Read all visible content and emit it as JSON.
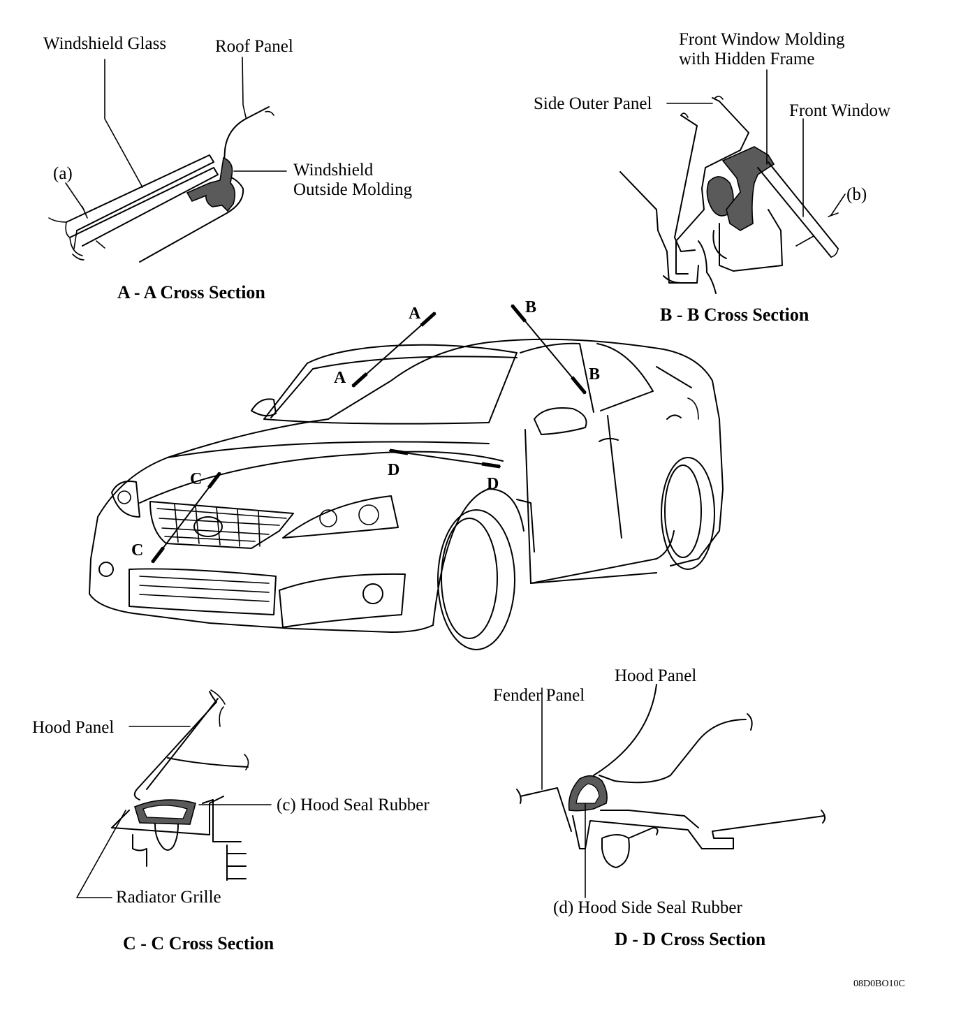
{
  "labels": {
    "aa_windshield_glass": "Windshield Glass",
    "aa_roof_panel": "Roof Panel",
    "aa_windshield_molding_1": "Windshield",
    "aa_windshield_molding_2": "Outside Molding",
    "aa_a_marker": "(a)",
    "aa_title": "A - A Cross Section",
    "bb_front_window_molding_1": "Front Window Molding",
    "bb_front_window_molding_2": "with Hidden Frame",
    "bb_side_outer_panel": "Side Outer Panel",
    "bb_front_window": "Front Window",
    "bb_b_marker": "(b)",
    "bb_title": "B - B Cross Section",
    "cc_hood_panel": "Hood Panel",
    "cc_hood_seal_rubber": "(c) Hood Seal Rubber",
    "cc_radiator_grille": "Radiator Grille",
    "cc_title": "C - C Cross Section",
    "dd_fender_panel": "Fender Panel",
    "dd_hood_panel": "Hood Panel",
    "dd_hood_side_seal_rubber": "(d) Hood Side Seal Rubber",
    "dd_title": "D - D Cross Section",
    "section_a": "A",
    "section_b": "B",
    "section_c": "C",
    "section_d": "D",
    "figure_code": "08D0BO10C"
  }
}
